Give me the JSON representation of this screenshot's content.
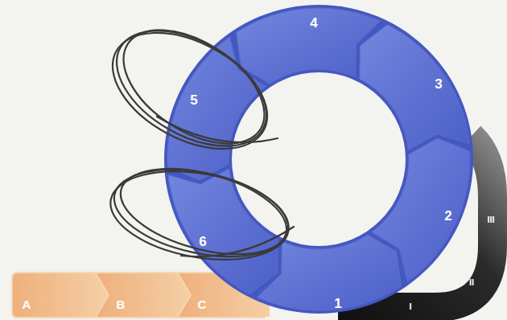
{
  "diagram": {
    "labels": [
      "A",
      "B",
      "C",
      "1",
      "2",
      "3",
      "4",
      "5",
      "6",
      "I",
      "II",
      "III"
    ]
  }
}
